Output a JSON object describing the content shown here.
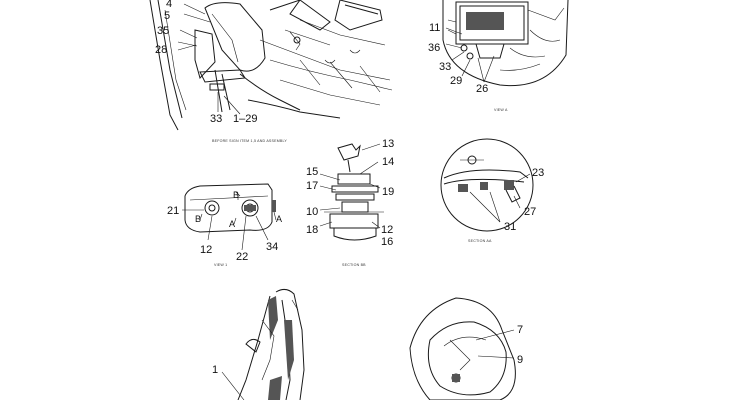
{
  "callouts": {
    "c4": "4",
    "c5": "5",
    "c35": "35",
    "c28": "28",
    "c33a": "33",
    "c1_29": "1–29",
    "c11": "11",
    "c36": "36",
    "c33b": "33",
    "c29": "29",
    "c26": "26",
    "c13": "13",
    "c14": "14",
    "c15": "15",
    "c17": "17",
    "c19": "19",
    "c10": "10",
    "c18": "18",
    "c12a": "12",
    "c16": "16",
    "c21": "21",
    "c12b": "12",
    "c22": "22",
    "c34": "34",
    "c23": "23",
    "c27": "27",
    "c31": "31",
    "c1": "1",
    "c7": "7",
    "c9": "9"
  },
  "view_marks": {
    "a1": "A",
    "b1": "B",
    "a2": "A",
    "b2": "B"
  },
  "captions": {
    "before_note": "BEFORE SIGN ITEM 1,5 AND ASSEMBLY",
    "view_a": "VIEW A",
    "view_1": "VIEW 1",
    "section_bb": "SECTION BB",
    "section_aa": "SECTION AA"
  }
}
